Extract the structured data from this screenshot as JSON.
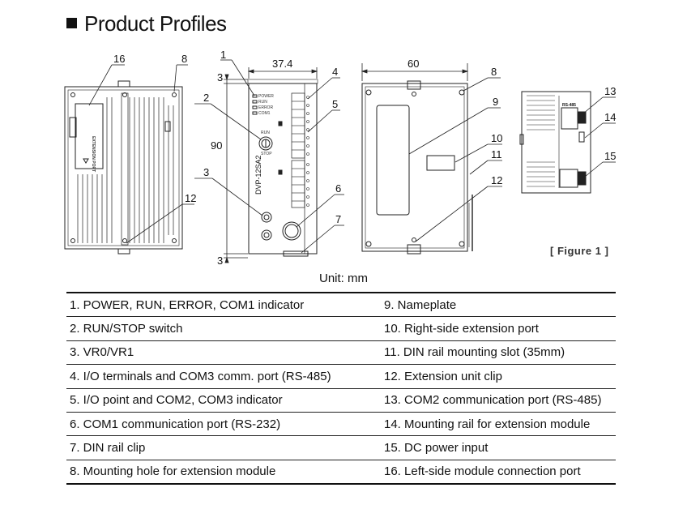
{
  "page": {
    "title": "Product Profiles",
    "figure_caption": "[ Figure 1 ]",
    "unit_label": "Unit: mm"
  },
  "drawing": {
    "dimensions": {
      "width_small": "37.4",
      "height": "90",
      "three_top": "3",
      "three_bottom": "3",
      "width_large": "60"
    },
    "device_model": "DVP-12SA2",
    "panel_labels": {
      "power": "POWER",
      "run": "RUN",
      "error": "ERROR",
      "com1": "COM1",
      "run_switch": "RUN",
      "stop_switch": "STOP",
      "extension_port": "EXTENSION PORT",
      "rs485": "RS-485"
    },
    "callouts": [
      "1",
      "2",
      "3",
      "4",
      "5",
      "6",
      "7",
      "8",
      "9",
      "10",
      "11",
      "12",
      "13",
      "14",
      "15",
      "16"
    ]
  },
  "legend": {
    "rows": [
      [
        "1. POWER, RUN, ERROR, COM1 indicator",
        "9. Nameplate"
      ],
      [
        "2. RUN/STOP switch",
        "10. Right-side extension port"
      ],
      [
        "3. VR0/VR1",
        "11. DIN rail mounting slot (35mm)"
      ],
      [
        "4. I/O terminals and COM3 comm. port (RS-485)",
        "12. Extension unit clip"
      ],
      [
        "5. I/O point and COM2, COM3 indicator",
        "13. COM2 communication port (RS-485)"
      ],
      [
        "6. COM1 communication port (RS-232)",
        "14. Mounting rail for extension module"
      ],
      [
        "7. DIN rail clip",
        "15. DC power input"
      ],
      [
        "8. Mounting hole for extension module",
        "16. Left-side module connection port"
      ]
    ]
  }
}
